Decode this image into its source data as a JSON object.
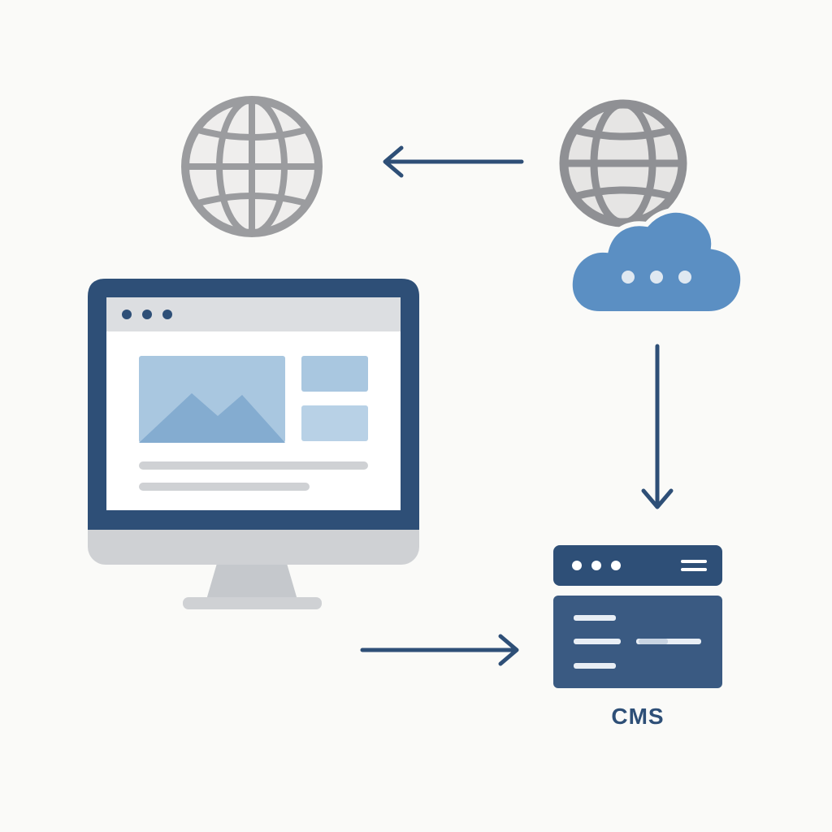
{
  "diagram": {
    "nodes": [
      {
        "id": "globe-left",
        "icon": "globe-icon"
      },
      {
        "id": "globe-right",
        "icon": "globe-icon"
      },
      {
        "id": "cloud",
        "icon": "cloud-icon"
      },
      {
        "id": "monitor",
        "icon": "monitor-webpage-icon"
      },
      {
        "id": "cms",
        "icon": "cms-window-icon",
        "label": "CMS"
      }
    ],
    "edges": [
      {
        "from": "globe-right",
        "to": "globe-left"
      },
      {
        "from": "cloud",
        "to": "cms"
      },
      {
        "from": "monitor",
        "to": "cms"
      }
    ]
  },
  "colors": {
    "background": "#fafaf8",
    "navy": "#2e4f77",
    "globe_stroke": "#9b9c9f",
    "globe_fill": "#efeeed",
    "cloud": "#5b8fc3",
    "screen_accent": "#a9c7e0",
    "monitor_gray": "#cfd1d4"
  }
}
